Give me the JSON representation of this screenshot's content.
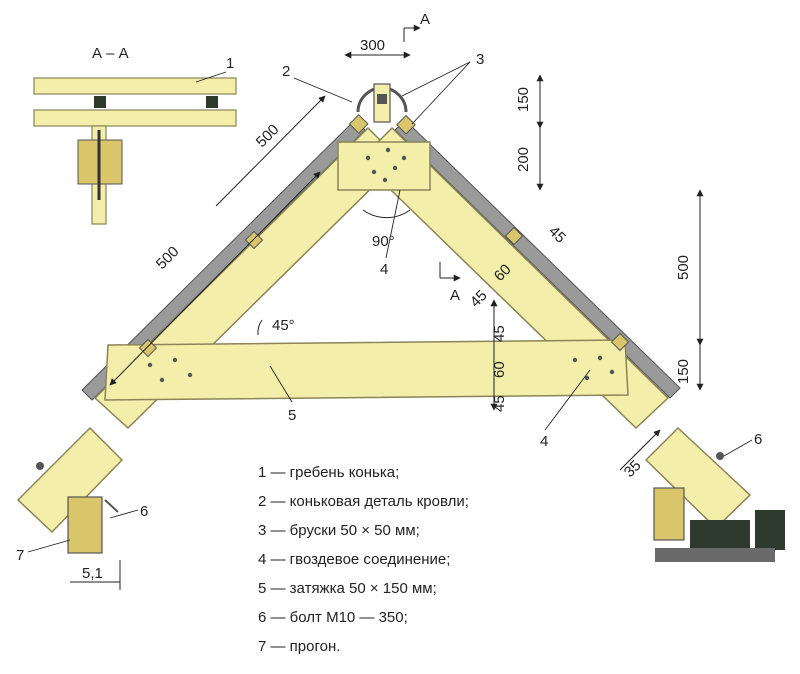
{
  "section_label": "А – А",
  "cut_mark": "А",
  "dimensions": {
    "d300": "300",
    "d150_top": "150",
    "d200": "200",
    "d500_a": "500",
    "d500_b": "500",
    "d500_right": "500",
    "d150_right": "150",
    "d45_roof": "45",
    "d60_a": "60",
    "d45_a": "45",
    "d45_b": "45",
    "d60_b": "60",
    "d45_c": "45",
    "d35": "35",
    "d51": "5,1",
    "angle90": "90°",
    "angle45": "45°"
  },
  "callouts": {
    "n1": "1",
    "n2": "2",
    "n3": "3",
    "n4a": "4",
    "n4b": "4",
    "n5": "5",
    "n6a": "6",
    "n6b": "6",
    "n7": "7"
  },
  "legend": [
    "1 — гребень конька;",
    "2 — коньковая деталь кровли;",
    "3 — бруски 50 × 50 мм;",
    "4 — гвоздевое соединение;",
    "5 — затяжка 50 × 150 мм;",
    "6 — болт М10 — 350;",
    "7 — прогон."
  ],
  "colors": {
    "wood": "#f3eeaa",
    "wood_edge": "#8a8456",
    "roof": "#8e8e8e",
    "block": "#d9c56a",
    "dark": "#2e3a2e",
    "bolt": "#555555"
  }
}
